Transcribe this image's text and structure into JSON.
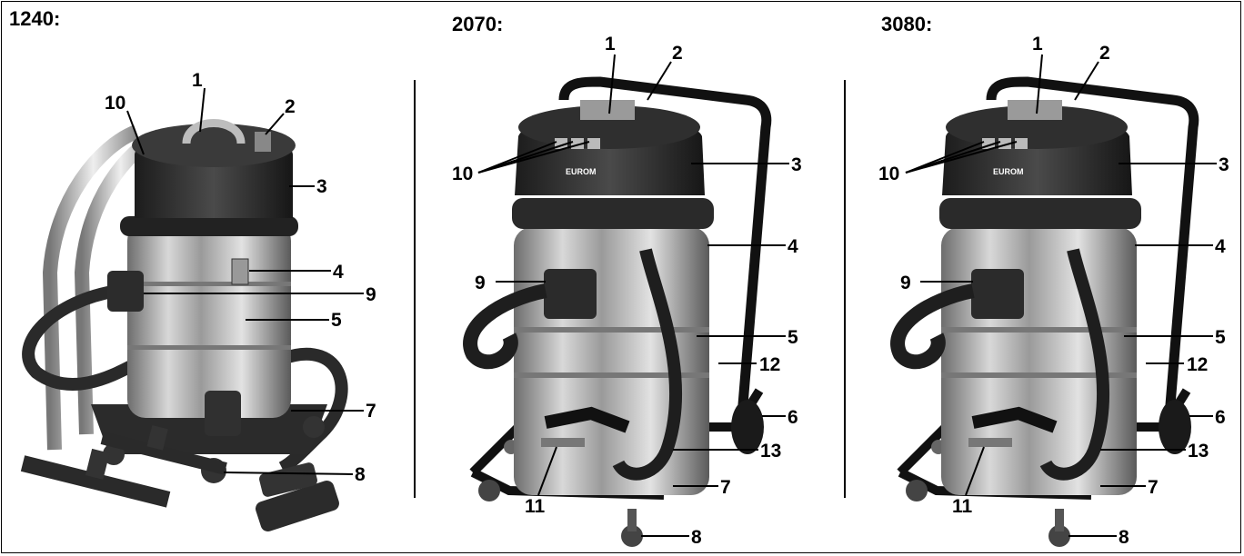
{
  "models": [
    {
      "id": "1240",
      "title": "1240:"
    },
    {
      "id": "2070",
      "title": "2070:"
    },
    {
      "id": "3080",
      "title": "3080:"
    }
  ],
  "brand_label": "EUROM",
  "callouts": {
    "m1240": [
      "1",
      "2",
      "3",
      "4",
      "5",
      "7",
      "8",
      "9",
      "10"
    ],
    "m2070": [
      "1",
      "2",
      "3",
      "4",
      "5",
      "6",
      "7",
      "8",
      "9",
      "10",
      "11",
      "12",
      "13"
    ],
    "m3080": [
      "1",
      "2",
      "3",
      "4",
      "5",
      "6",
      "7",
      "8",
      "9",
      "10",
      "11",
      "12",
      "13"
    ]
  }
}
